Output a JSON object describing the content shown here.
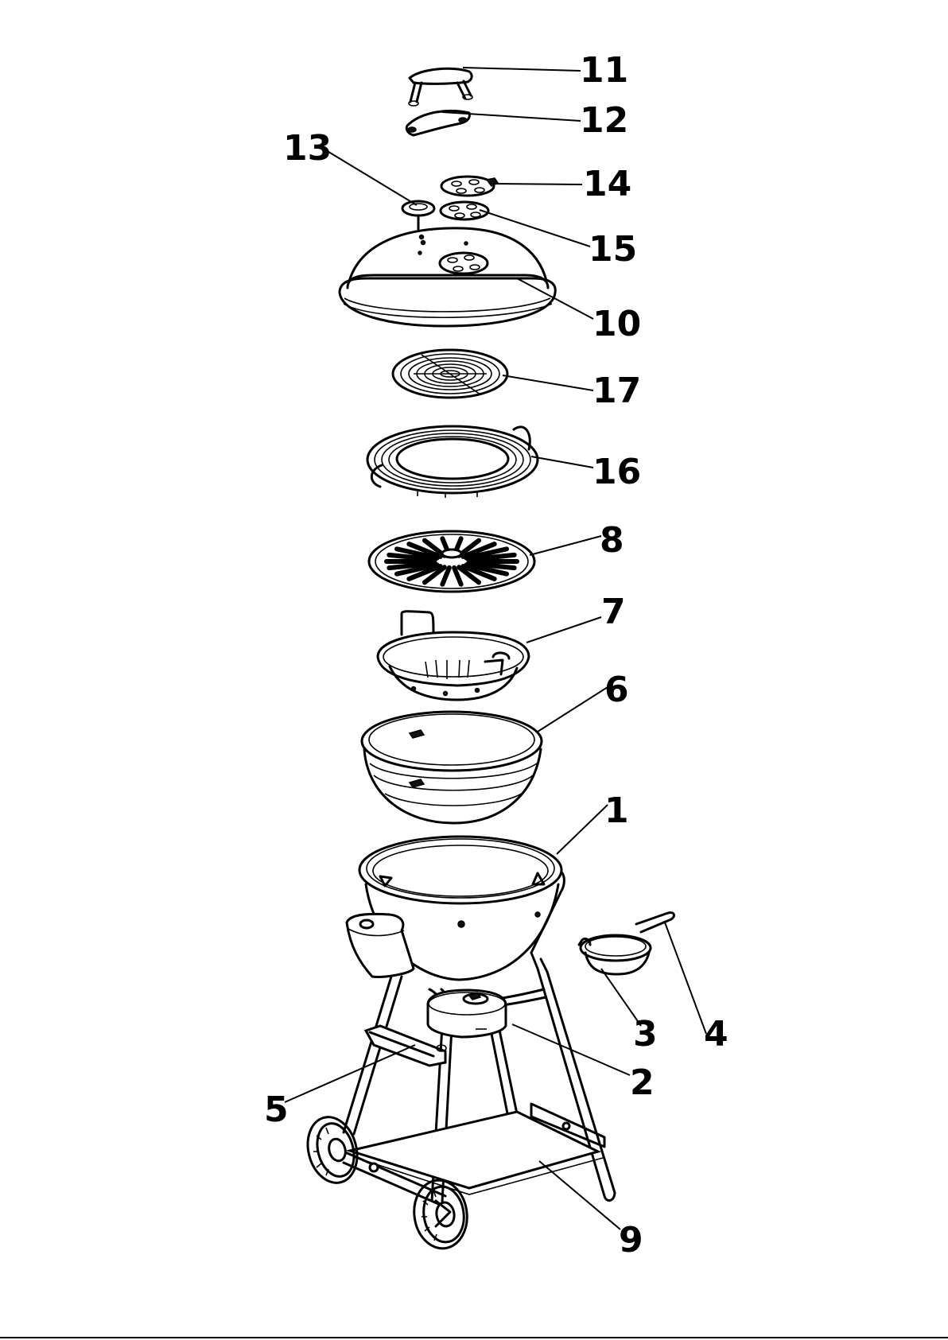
{
  "diagram": {
    "callouts": [
      {
        "id": "p1",
        "label": "1"
      },
      {
        "id": "p2",
        "label": "2"
      },
      {
        "id": "p3",
        "label": "3"
      },
      {
        "id": "p4",
        "label": "4"
      },
      {
        "id": "p5",
        "label": "5"
      },
      {
        "id": "p6",
        "label": "6"
      },
      {
        "id": "p7",
        "label": "7"
      },
      {
        "id": "p8",
        "label": "8"
      },
      {
        "id": "p9",
        "label": "9"
      },
      {
        "id": "p10",
        "label": "10"
      },
      {
        "id": "p11",
        "label": "11"
      },
      {
        "id": "p12",
        "label": "12"
      },
      {
        "id": "p13",
        "label": "13"
      },
      {
        "id": "p14",
        "label": "14"
      },
      {
        "id": "p15",
        "label": "15"
      },
      {
        "id": "p16",
        "label": "16"
      },
      {
        "id": "p17",
        "label": "17"
      }
    ]
  }
}
